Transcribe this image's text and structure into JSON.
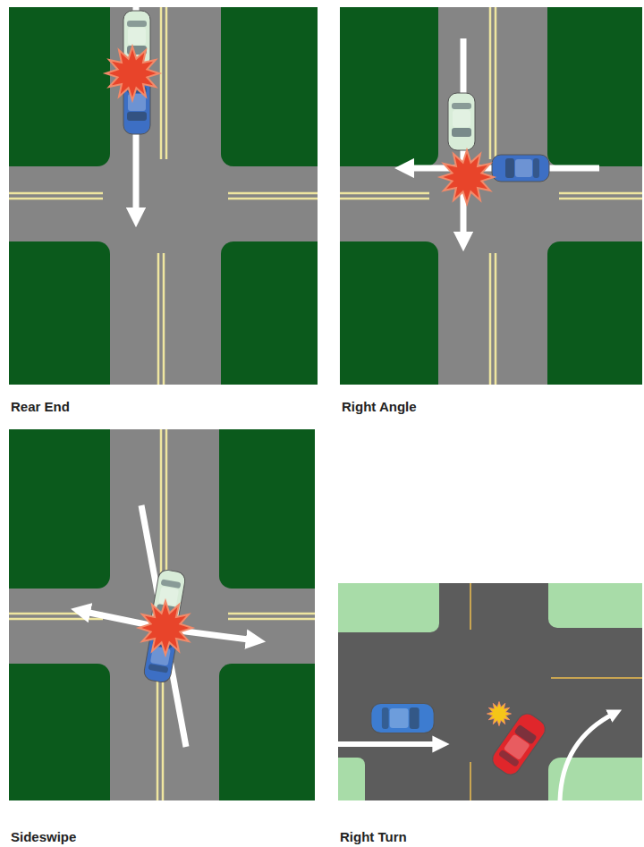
{
  "diagram": {
    "labels": [
      "Rear End",
      "Right Angle",
      "Sideswipe",
      "Right Turn"
    ]
  }
}
